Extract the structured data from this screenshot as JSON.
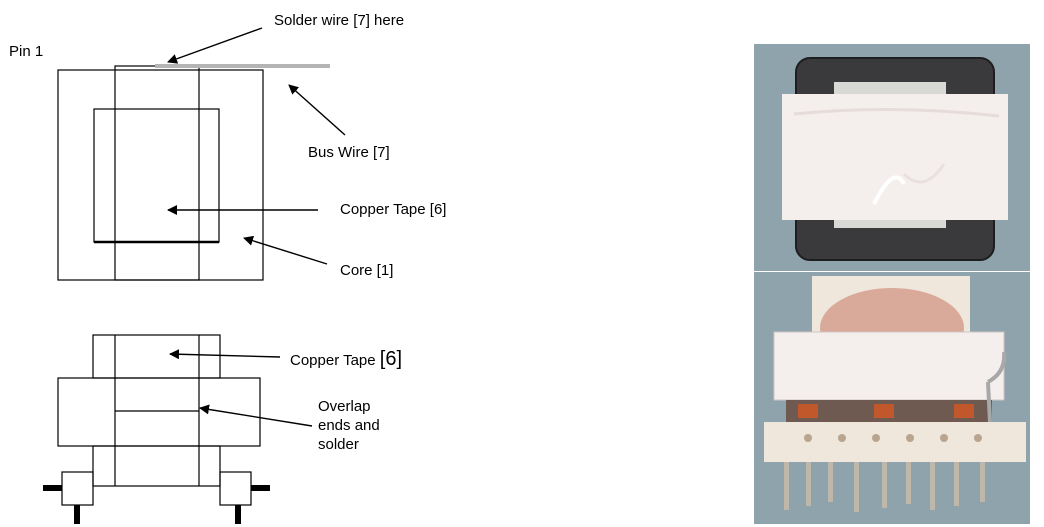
{
  "labels": {
    "solder_wire": "Solder wire [7] here",
    "pin1": "Pin 1",
    "bus_wire": "Bus Wire [7]",
    "copper_tape_top": "Copper Tape [6]",
    "core": "Core [1]",
    "copper_tape_side_text": "Copper Tape ",
    "copper_tape_side_ref": "[6]",
    "overlap": "Overlap ends and solder"
  },
  "colors": {
    "bus_wire": "#b4b4b4",
    "photo_background": "#8fa3ad",
    "core_ferrite": "#3a3a3c",
    "tape_white": "#f4eeec",
    "bobbin": "#efe6dc",
    "copper_glow": "#d9a99a"
  },
  "photos": {
    "top": "transformer-top-view-photo",
    "side": "transformer-side-view-photo"
  }
}
